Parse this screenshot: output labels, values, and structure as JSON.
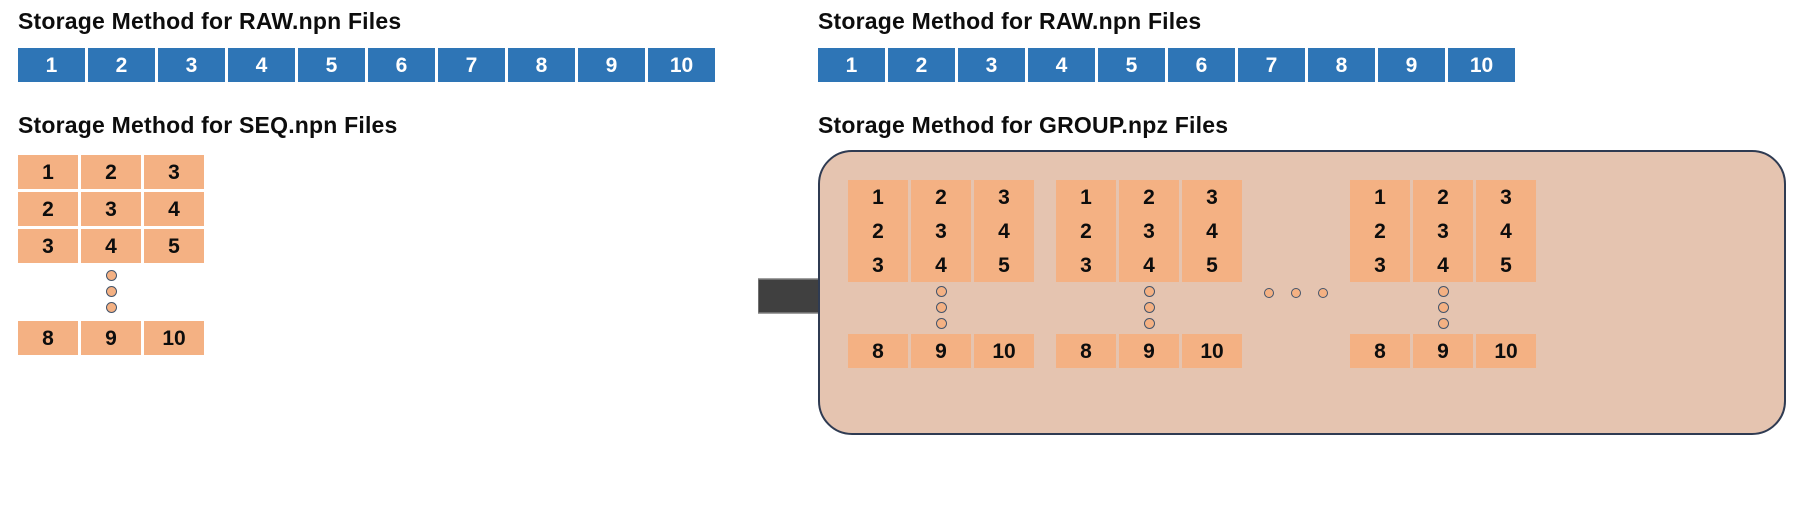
{
  "left": {
    "raw": {
      "title": "Storage Method for RAW.npn Files",
      "cells": [
        "1",
        "2",
        "3",
        "4",
        "5",
        "6",
        "7",
        "8",
        "9",
        "10"
      ]
    },
    "seq": {
      "title": "Storage Method for SEQ.npn Files",
      "rows_top": [
        [
          "1",
          "2",
          "3"
        ],
        [
          "2",
          "3",
          "4"
        ],
        [
          "3",
          "4",
          "5"
        ]
      ],
      "row_last": [
        "8",
        "9",
        "10"
      ],
      "ellipsis_dots": 3
    }
  },
  "arrow": {
    "name": "right-arrow",
    "color": "#404040"
  },
  "right": {
    "raw": {
      "title": "Storage Method for RAW.npn Files",
      "cells": [
        "1",
        "2",
        "3",
        "4",
        "5",
        "6",
        "7",
        "8",
        "9",
        "10"
      ]
    },
    "group": {
      "title": "Storage Method for GROUP.npz Files",
      "container_color": "#e5c4b0",
      "border_color": "#2f3b52",
      "between_groups_dots": 3,
      "groups": [
        {
          "rows_top": [
            [
              "1",
              "2",
              "3"
            ],
            [
              "2",
              "3",
              "4"
            ],
            [
              "3",
              "4",
              "5"
            ]
          ],
          "row_last": [
            "8",
            "9",
            "10"
          ],
          "ellipsis_dots": 3
        },
        {
          "rows_top": [
            [
              "1",
              "2",
              "3"
            ],
            [
              "2",
              "3",
              "4"
            ],
            [
              "3",
              "4",
              "5"
            ]
          ],
          "row_last": [
            "8",
            "9",
            "10"
          ],
          "ellipsis_dots": 3
        },
        {
          "rows_top": [
            [
              "1",
              "2",
              "3"
            ],
            [
              "2",
              "3",
              "4"
            ],
            [
              "3",
              "4",
              "5"
            ]
          ],
          "row_last": [
            "8",
            "9",
            "10"
          ],
          "ellipsis_dots": 3
        }
      ]
    }
  },
  "colors": {
    "blue_cell": "#2e75b6",
    "orange_cell": "#f4b183",
    "text_dark": "#0d0d0d",
    "text_light": "#ffffff"
  }
}
